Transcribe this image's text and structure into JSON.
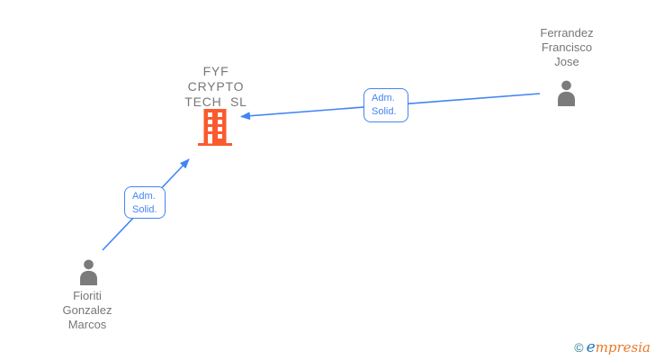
{
  "company": {
    "lines": [
      "FYF",
      "CRYPTO",
      "TECH  SL"
    ],
    "full_name": "FYF CRYPTO TECH SL"
  },
  "people": [
    {
      "lines": [
        "Ferrandez",
        "Francisco",
        "Jose"
      ],
      "full_name": "Ferrandez Francisco Jose"
    },
    {
      "lines": [
        "Fioriti",
        "Gonzalez",
        "Marcos"
      ],
      "full_name": "Fioriti Gonzalez Marcos"
    }
  ],
  "edges": [
    {
      "from": "Ferrandez Francisco Jose",
      "to": "FYF CRYPTO TECH SL",
      "label_lines": [
        "Adm.",
        "Solid."
      ]
    },
    {
      "from": "Fioriti Gonzalez Marcos",
      "to": "FYF CRYPTO TECH SL",
      "label_lines": [
        "Adm.",
        "Solid."
      ]
    }
  ],
  "icons": {
    "company": "building-icon",
    "person": "person-silhouette-icon"
  },
  "colors": {
    "edge_blue": "#4285F4",
    "building_orange": "#FA5A2E",
    "person_gray": "#7B7B7B",
    "name_text_gray": "#777777",
    "logo_teal": "#2E7F90",
    "logo_blue": "#2077BD",
    "logo_orange": "#E8792B"
  },
  "footer": {
    "copyright_symbol": "©",
    "brand_initial": "e",
    "brand_rest": "mpresia"
  }
}
